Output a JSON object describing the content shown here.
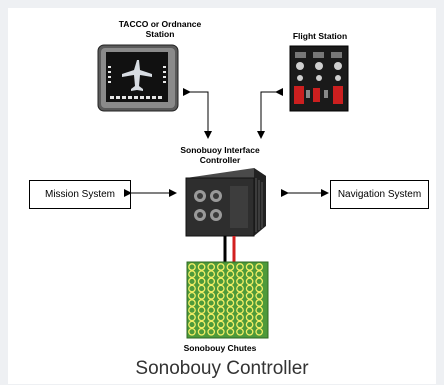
{
  "title": "Sonobouy Controller",
  "nodes": {
    "tacco": {
      "label_line1": "TACCO or Ordnance",
      "label_line2": "Station"
    },
    "flight": {
      "label": "Flight Station"
    },
    "interface": {
      "label_line1": "Sonobuoy Interface",
      "label_line2": "Controller"
    },
    "mission": {
      "label": "Mission System"
    },
    "navigation": {
      "label": "Navigation System"
    },
    "chutes": {
      "label": "Sonobouy Chutes"
    }
  },
  "colors": {
    "chute_board": "#4e9a3a",
    "chute_ring": "#f2ee66",
    "cable_red": "#d22020",
    "flight_panel_red": "#cc1f1f"
  },
  "chute_grid": {
    "rows": 10,
    "cols": 8
  }
}
